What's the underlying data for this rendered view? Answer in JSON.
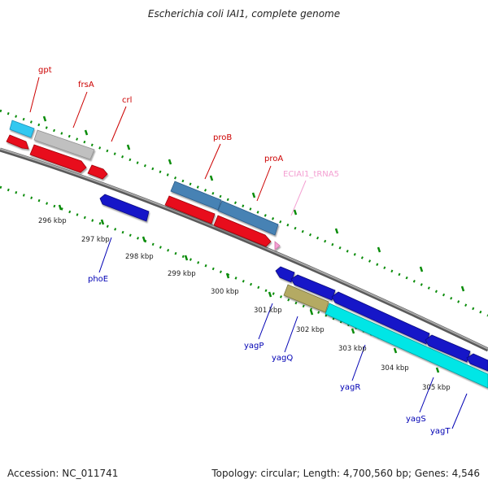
{
  "title": "Escherichia coli IAI1, complete genome",
  "footer": {
    "accession": "Accession: NC_011741",
    "summary": "Topology: circular; Length: 4,700,560 bp; Genes: 4,546"
  },
  "colors": {
    "forward_cds": "#e8101a",
    "reverse_cds": "#1414c8",
    "gene_red_label": "#cc0000",
    "gene_blue_label": "#0000b4",
    "trna": "#f4a0d2",
    "gpt": "#30c8f0",
    "frsA": "#c0c0c0",
    "proBA": "#4682b4",
    "yagQ": "#b4aa64",
    "yagR": "#00e6e6",
    "backbone": "#808080",
    "ticks": "#0a8c0a"
  },
  "ruler": [
    {
      "label": "296 kbp"
    },
    {
      "label": "297 kbp"
    },
    {
      "label": "298 kbp"
    },
    {
      "label": "299 kbp"
    },
    {
      "label": "300 kbp"
    },
    {
      "label": "301 kbp"
    },
    {
      "label": "302 kbp"
    },
    {
      "label": "303 kbp"
    },
    {
      "label": "304 kbp"
    },
    {
      "label": "305 kbp"
    }
  ],
  "genes": [
    {
      "name": "gpt",
      "strand": "+"
    },
    {
      "name": "frsA",
      "strand": "+"
    },
    {
      "name": "crl",
      "strand": "+"
    },
    {
      "name": "proB",
      "strand": "+"
    },
    {
      "name": "proA",
      "strand": "+"
    },
    {
      "name": "ECIAI1_tRNA5",
      "strand": "+"
    },
    {
      "name": "phoE",
      "strand": "-"
    },
    {
      "name": "yagP",
      "strand": "-"
    },
    {
      "name": "yagQ",
      "strand": "-"
    },
    {
      "name": "yagR",
      "strand": "-"
    },
    {
      "name": "yagS",
      "strand": "-"
    },
    {
      "name": "yagT",
      "strand": "-"
    }
  ]
}
